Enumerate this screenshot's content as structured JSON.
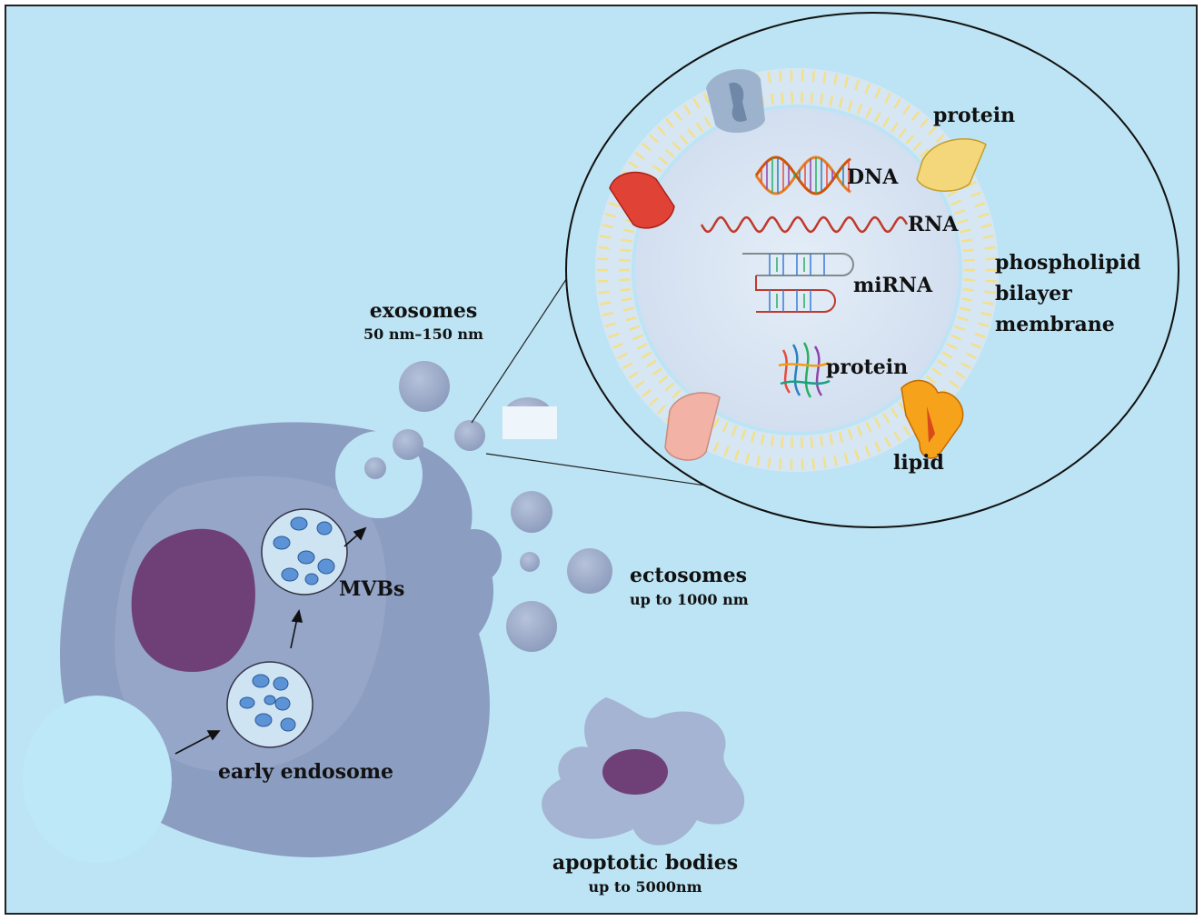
{
  "labels": {
    "exosomes": "exosomes",
    "exosomes_size": "50 nm–150 nm",
    "ectosomes": "ectosomes",
    "ectosomes_size": "up to 1000 nm",
    "apoptotic": "apoptotic bodies",
    "apoptotic_size": "up to 5000nm",
    "mvbs": "MVBs",
    "early_endosome": "early endosome",
    "protein_top": "protein",
    "dna": "DNA",
    "rna": "RNA",
    "mirna": "miRNA",
    "protein_inner": "protein",
    "lipid": "lipid",
    "membrane_line1": "phospholipid",
    "membrane_line2": "bilayer",
    "membrane_line3": "membrane"
  },
  "colors": {
    "background": "#bde4f4",
    "cell": "#8b9dc0",
    "nucleus": "#6f3f78",
    "vesicle": "#9eaecb",
    "lipid_tail": "#f3e08a"
  }
}
